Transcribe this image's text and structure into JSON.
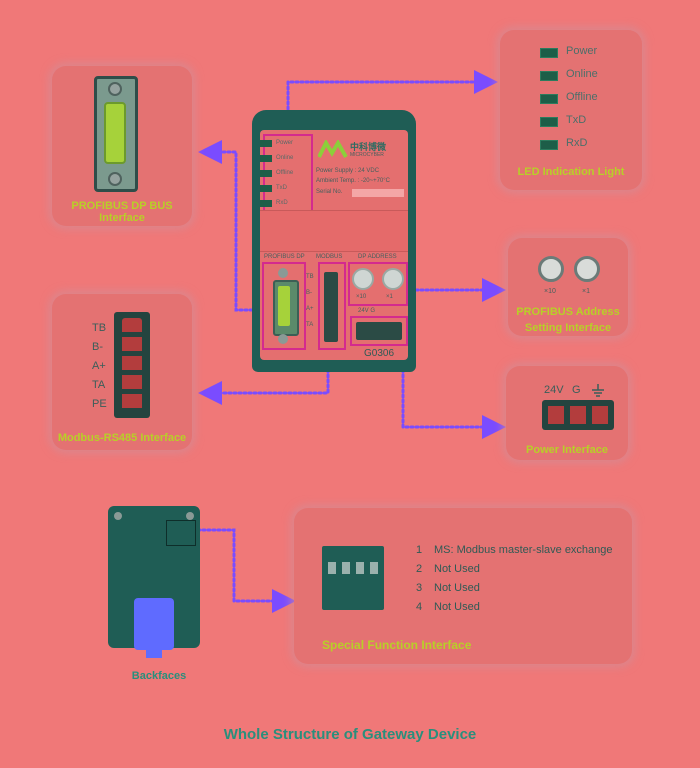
{
  "device": {
    "logo_cn": "中科博微",
    "logo_en": "MICROCYBER",
    "leds": [
      "Power",
      "Online",
      "Offline",
      "TxD",
      "RxD"
    ],
    "power_supply": "Power Supply  : 24 VDC",
    "ambient_temp": "Ambient Temp. : -20~+70°C",
    "serial_no": "Serial No.",
    "port_profibus": "PROFIBUS DP",
    "port_modbus": "MODBUS",
    "port_dp_address": "DP ADDRESS",
    "modbus_pins": [
      "TB",
      "B-",
      "A+",
      "TA"
    ],
    "dial_x10": "×10",
    "dial_x1": "×1",
    "power_terminals": "24V  G",
    "model": "G0306"
  },
  "led_panel": {
    "items": [
      "Power",
      "Online",
      "Offline",
      "TxD",
      "RxD"
    ],
    "caption": "LED Indication Light"
  },
  "dp_bus_panel": {
    "caption": "PROFIBUS DP BUS Interface"
  },
  "address_panel": {
    "dial_x10": "×10",
    "dial_x1": "×1",
    "caption": "PROFIBUS Address\nSetting Interface"
  },
  "rs485_panel": {
    "labels": [
      "TB",
      "B-",
      "A+",
      "TA",
      "PE"
    ],
    "caption": "Modbus-RS485 Interface"
  },
  "power_panel": {
    "label_24v": "24V",
    "label_g": "G",
    "caption": "Power Interface"
  },
  "backfaces": {
    "caption": "Backfaces"
  },
  "function_panel": {
    "items": [
      {
        "num": "1",
        "text": "MS: Modbus master-slave exchange"
      },
      {
        "num": "2",
        "text": "Not Used"
      },
      {
        "num": "3",
        "text": "Not Used"
      },
      {
        "num": "4",
        "text": "Not Used"
      }
    ],
    "caption": "Special Function Interface"
  },
  "page_title": "Whole Structure of Gateway Device",
  "colors": {
    "background": "#f07878",
    "device_body": "#1f5d55",
    "highlight_box": "#d42a8e",
    "connector_arrow": "#7a4cff",
    "caption_yellow": "#b8cf28",
    "title_green": "#2a8f7c"
  }
}
